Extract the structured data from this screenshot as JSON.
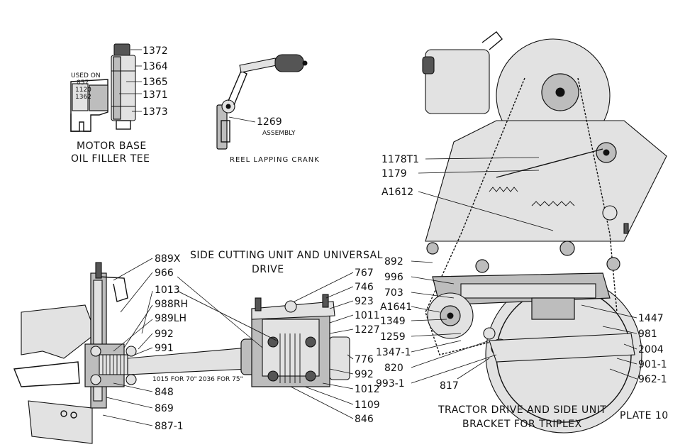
{
  "captions": {
    "motor_base_line1": "MOTOR BASE",
    "motor_base_line2": "OIL FILLER TEE",
    "used_on": [
      "USED ON",
      "857",
      "1120",
      "1362"
    ],
    "reel_lapping": "REEL LAPPING CRANK",
    "assembly": "ASSEMBLY",
    "side_cutting_line1": "SIDE CUTTING UNIT AND UNIVERSAL",
    "side_cutting_line2": "DRIVE",
    "tractor_line1": "TRACTOR DRIVE AND SIDE UNIT",
    "tractor_line2": "BRACKET FOR TRIPLEX",
    "plate": "PLATE 10"
  },
  "filler_tee_parts": [
    "1372",
    "1364",
    "1365",
    "1371",
    "1373"
  ],
  "crank_part": "1269",
  "universal_left_parts": [
    "889X",
    "966",
    "1013",
    "988RH",
    "989LH",
    "992",
    "991",
    "848",
    "869",
    "887-1"
  ],
  "universal_center_parts": [
    "1015 FOR 70\"",
    "2036 FOR 75\""
  ],
  "universal_right_parts": [
    "767",
    "746",
    "923",
    "1011",
    "1227",
    "776",
    "992",
    "1012",
    "1109",
    "846"
  ],
  "tractor_left_parts": [
    "1178T1",
    "1179",
    "A1612",
    "892",
    "996",
    "703",
    "A1641",
    "1349",
    "1259",
    "1347-1",
    "820",
    "993-1",
    "817"
  ],
  "tractor_right_parts": [
    "1447",
    "981",
    "2004",
    "901-1",
    "962-1"
  ]
}
